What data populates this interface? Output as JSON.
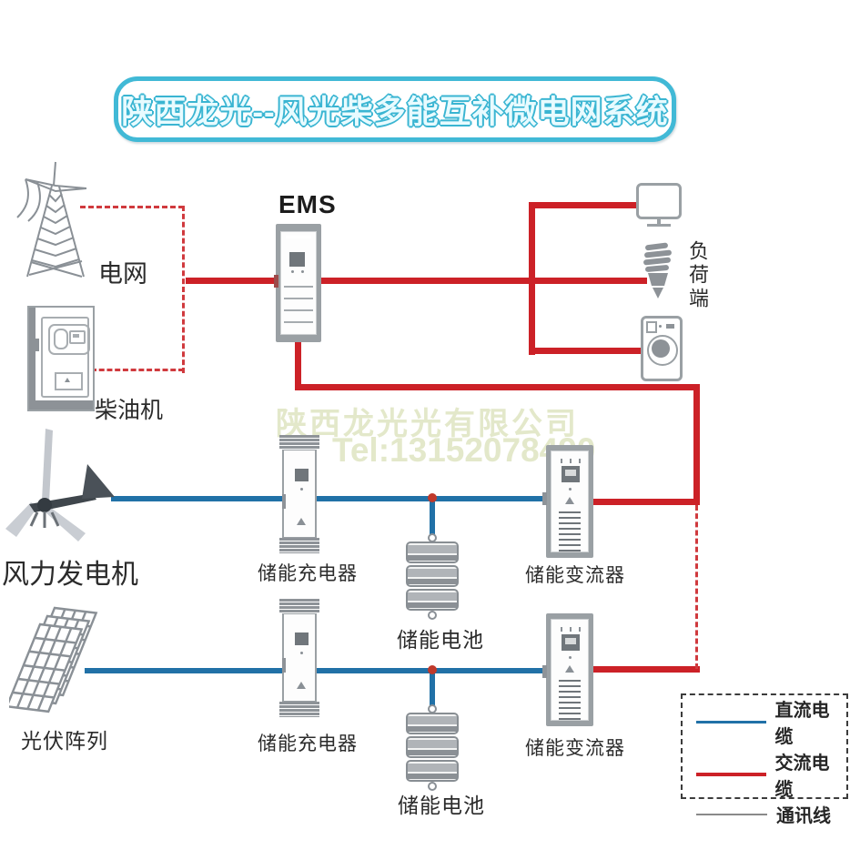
{
  "title": "陕西龙光--风光柴多能互补微电网系统",
  "watermark": {
    "company": "陕西龙光光有限公司",
    "tel": "Tel:13152078490"
  },
  "labels": {
    "grid": "电网",
    "diesel": "柴油机",
    "ems": "EMS",
    "load": "负荷端",
    "wind": "风力发电机",
    "pv": "光伏阵列",
    "charger": "储能充电器",
    "battery": "储能电池",
    "converter": "储能变流器"
  },
  "legend": {
    "dc": "直流电缆",
    "ac": "交流电缆",
    "comm": "通讯线"
  },
  "colors": {
    "ac_cable": "#cc2127",
    "dc_cable": "#2171a7",
    "comm_line": "#8a8a8a",
    "comm_dashed": "#d03a3e",
    "title_accent": "#3ab5d2",
    "watermark": "#e3e8ca",
    "device_gray": "#9aa0a4"
  }
}
